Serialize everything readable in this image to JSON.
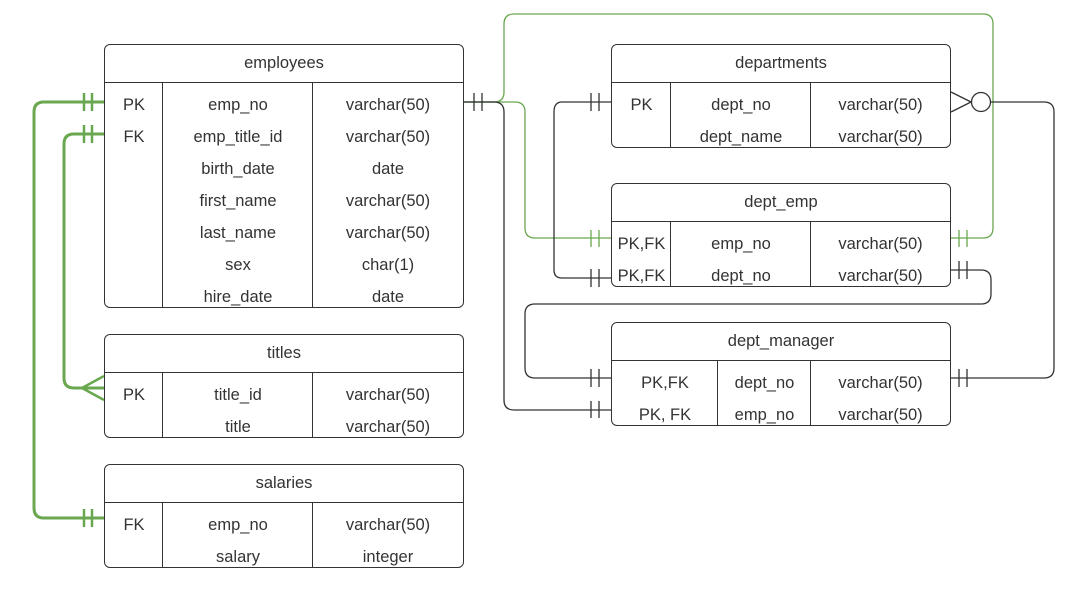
{
  "entities": {
    "employees": {
      "name": "employees",
      "rows": [
        [
          "PK",
          "emp_no",
          "varchar(50)"
        ],
        [
          "FK",
          "emp_title_id",
          "varchar(50)"
        ],
        [
          "",
          "birth_date",
          "date"
        ],
        [
          "",
          "first_name",
          "varchar(50)"
        ],
        [
          "",
          "last_name",
          "varchar(50)"
        ],
        [
          "",
          "sex",
          "char(1)"
        ],
        [
          "",
          "hire_date",
          "date"
        ]
      ]
    },
    "titles": {
      "name": "titles",
      "rows": [
        [
          "PK",
          "title_id",
          "varchar(50)"
        ],
        [
          "",
          "title",
          "varchar(50)"
        ]
      ]
    },
    "salaries": {
      "name": "salaries",
      "rows": [
        [
          "FK",
          "emp_no",
          "varchar(50)"
        ],
        [
          "",
          "salary",
          "integer"
        ]
      ]
    },
    "departments": {
      "name": "departments",
      "rows": [
        [
          "PK",
          "dept_no",
          "varchar(50)"
        ],
        [
          "",
          "dept_name",
          "varchar(50)"
        ]
      ]
    },
    "dept_emp": {
      "name": "dept_emp",
      "rows": [
        [
          "PK,FK",
          "emp_no",
          "varchar(50)"
        ],
        [
          "PK,FK",
          "dept_no",
          "varchar(50)"
        ]
      ]
    },
    "dept_manager": {
      "name": "dept_manager",
      "rows": [
        [
          "PK,FK",
          "dept_no",
          "varchar(50)"
        ],
        [
          "PK, FK",
          "emp_no",
          "varchar(50)"
        ]
      ]
    }
  },
  "relationships": [
    {
      "from": "employees.emp_no",
      "to": "salaries.emp_no",
      "from_end": "one-and-only-one",
      "to_end": "one-and-only-one",
      "color": "#6aa84f"
    },
    {
      "from": "employees.emp_title_id",
      "to": "titles.title_id",
      "from_end": "one-and-only-one",
      "to_end": "many",
      "color": "#6aa84f"
    },
    {
      "from": "employees.emp_no",
      "to": "dept_emp.emp_no",
      "from_end": "one-and-only-one",
      "to_end": "one-and-only-one",
      "color": "#6aa84f"
    },
    {
      "from": "employees.emp_no",
      "to": "dept_emp.emp_no",
      "from_end": "one-and-only-one",
      "to_end": "one-and-only-one",
      "color": "#6aa84f"
    },
    {
      "from": "employees.emp_no",
      "to": "dept_manager.emp_no",
      "from_end": "one-and-only-one",
      "to_end": "one-and-only-one",
      "color": "#333333"
    },
    {
      "from": "departments.dept_no",
      "to": "dept_emp.dept_no",
      "from_end": "one-and-only-one",
      "to_end": "one-and-only-one",
      "color": "#333333"
    },
    {
      "from": "dept_emp.dept_no",
      "to": "dept_manager.dept_no",
      "from_end": "one-and-only-one",
      "to_end": "one-and-only-one",
      "color": "#333333"
    },
    {
      "from": "departments.dept_no",
      "to": "dept_manager.dept_no",
      "from_end": "zero-or-many",
      "to_end": "one-and-only-one",
      "color": "#333333"
    }
  ],
  "colors": {
    "border": "#333333",
    "text": "#333333",
    "highlight_line": "#6aa84f",
    "background": "#ffffff"
  }
}
